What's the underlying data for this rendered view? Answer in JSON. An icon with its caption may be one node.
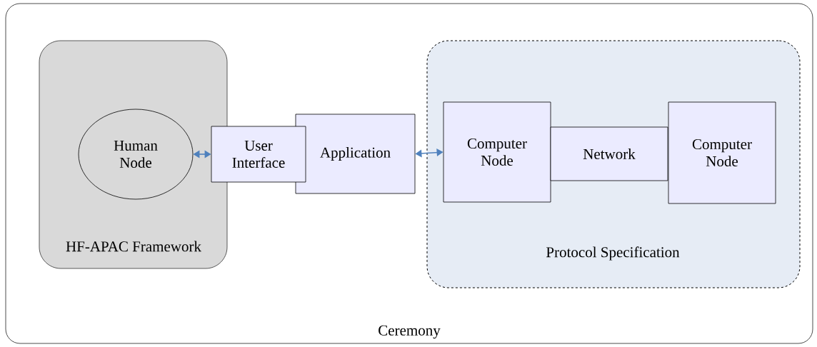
{
  "diagram": {
    "nodes": [
      {
        "text": [
          "Ceremony"
        ]
      },
      {
        "text": [
          "HF-APAC Framework"
        ],
        "in": 0
      },
      {
        "text": [
          "Human Node"
        ],
        "in": 1
      },
      {
        "text": [
          "User Interface"
        ],
        "in": 0
      },
      {
        "text": [
          "Application"
        ],
        "in": 0
      },
      {
        "text": [
          "Protocol Specification"
        ],
        "in": 0
      },
      {
        "text": [
          "Computer Node"
        ],
        "in": 5
      },
      {
        "text": [
          "Network"
        ],
        "in": 5
      },
      {
        "text": [
          "Computer Node"
        ],
        "in": 5
      }
    ],
    "edges": [
      {
        "from": 2,
        "to": 3,
        "arrow": "both",
        "color": "#4f81bd"
      },
      {
        "from": 4,
        "to": 6,
        "arrow": "both",
        "color": "#4f81bd"
      }
    ]
  }
}
